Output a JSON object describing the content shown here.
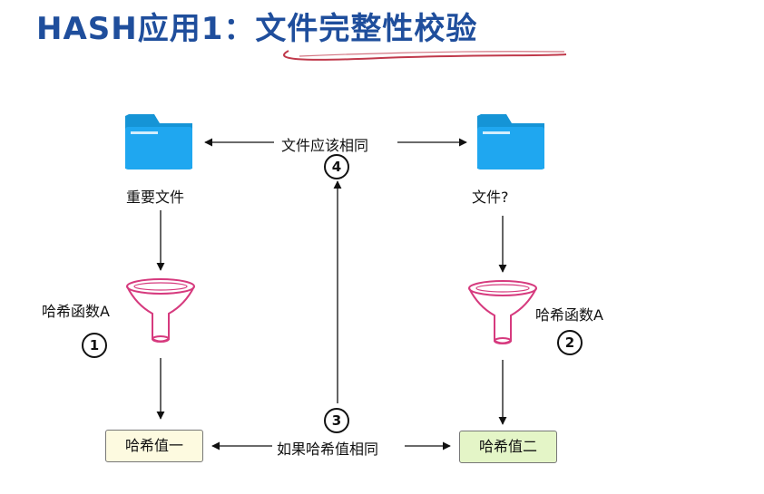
{
  "title": {
    "prefix": "HASH应用1：",
    "main": "文件完整性校验"
  },
  "colors": {
    "title": "#1f4e9c",
    "underline": "#c0394b",
    "folder": "#1fa7f0",
    "funnel": "#d63a7e",
    "box_left_fill": "#fdfae0",
    "box_right_fill": "#e4f5c7"
  },
  "nodes": {
    "left_file_label": "重要文件",
    "right_file_label": "文件?",
    "left_hash_fn_label": "哈希函数A",
    "right_hash_fn_label": "哈希函数A",
    "left_hash_value": "哈希值一",
    "right_hash_value": "哈希值二"
  },
  "edges": {
    "top_label": "文件应该相同",
    "bottom_label": "如果哈希值相同"
  },
  "steps": {
    "step1": "1",
    "step2": "2",
    "step3": "3",
    "step4": "4"
  },
  "icons": [
    "folder-icon",
    "funnel-icon"
  ]
}
